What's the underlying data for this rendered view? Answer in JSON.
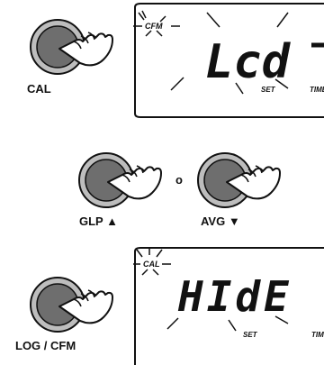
{
  "buttons": {
    "cal": {
      "label": "CAL"
    },
    "glp": {
      "label": "GLP ▲"
    },
    "avg": {
      "label": "AVG ▼"
    },
    "log": {
      "label": "LOG / CFM"
    }
  },
  "or_text": "o",
  "screens": [
    {
      "flag": "CFM",
      "main": "Lcd",
      "set": "SET",
      "time": "TIME"
    },
    {
      "flag": "CAL",
      "main": "HIdE",
      "set": "SET",
      "time": "TIME"
    }
  ],
  "colors": {
    "button_fill": "#6e6e6e",
    "button_ring": "#bdbdbd",
    "ink": "#111111"
  }
}
